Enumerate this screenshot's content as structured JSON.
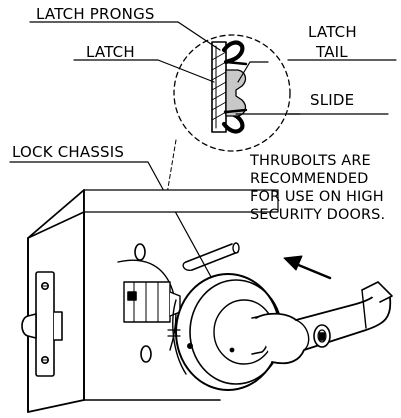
{
  "labels": {
    "latch_prongs": "LATCH PRONGS",
    "latch": "LATCH",
    "latch_tail_line1": "LATCH",
    "latch_tail_line2": "TAIL",
    "slide": "SLIDE",
    "lock_chassis": "LOCK CHASSIS"
  },
  "note": {
    "lines": [
      "THRUBOLTS ARE",
      "RECOMMENDED",
      "FOR USE ON HIGH",
      "SECURITY DOORS."
    ]
  },
  "colors": {
    "ink": "#000000",
    "tail_fill": "#c8c8c8",
    "paper": "#ffffff"
  }
}
